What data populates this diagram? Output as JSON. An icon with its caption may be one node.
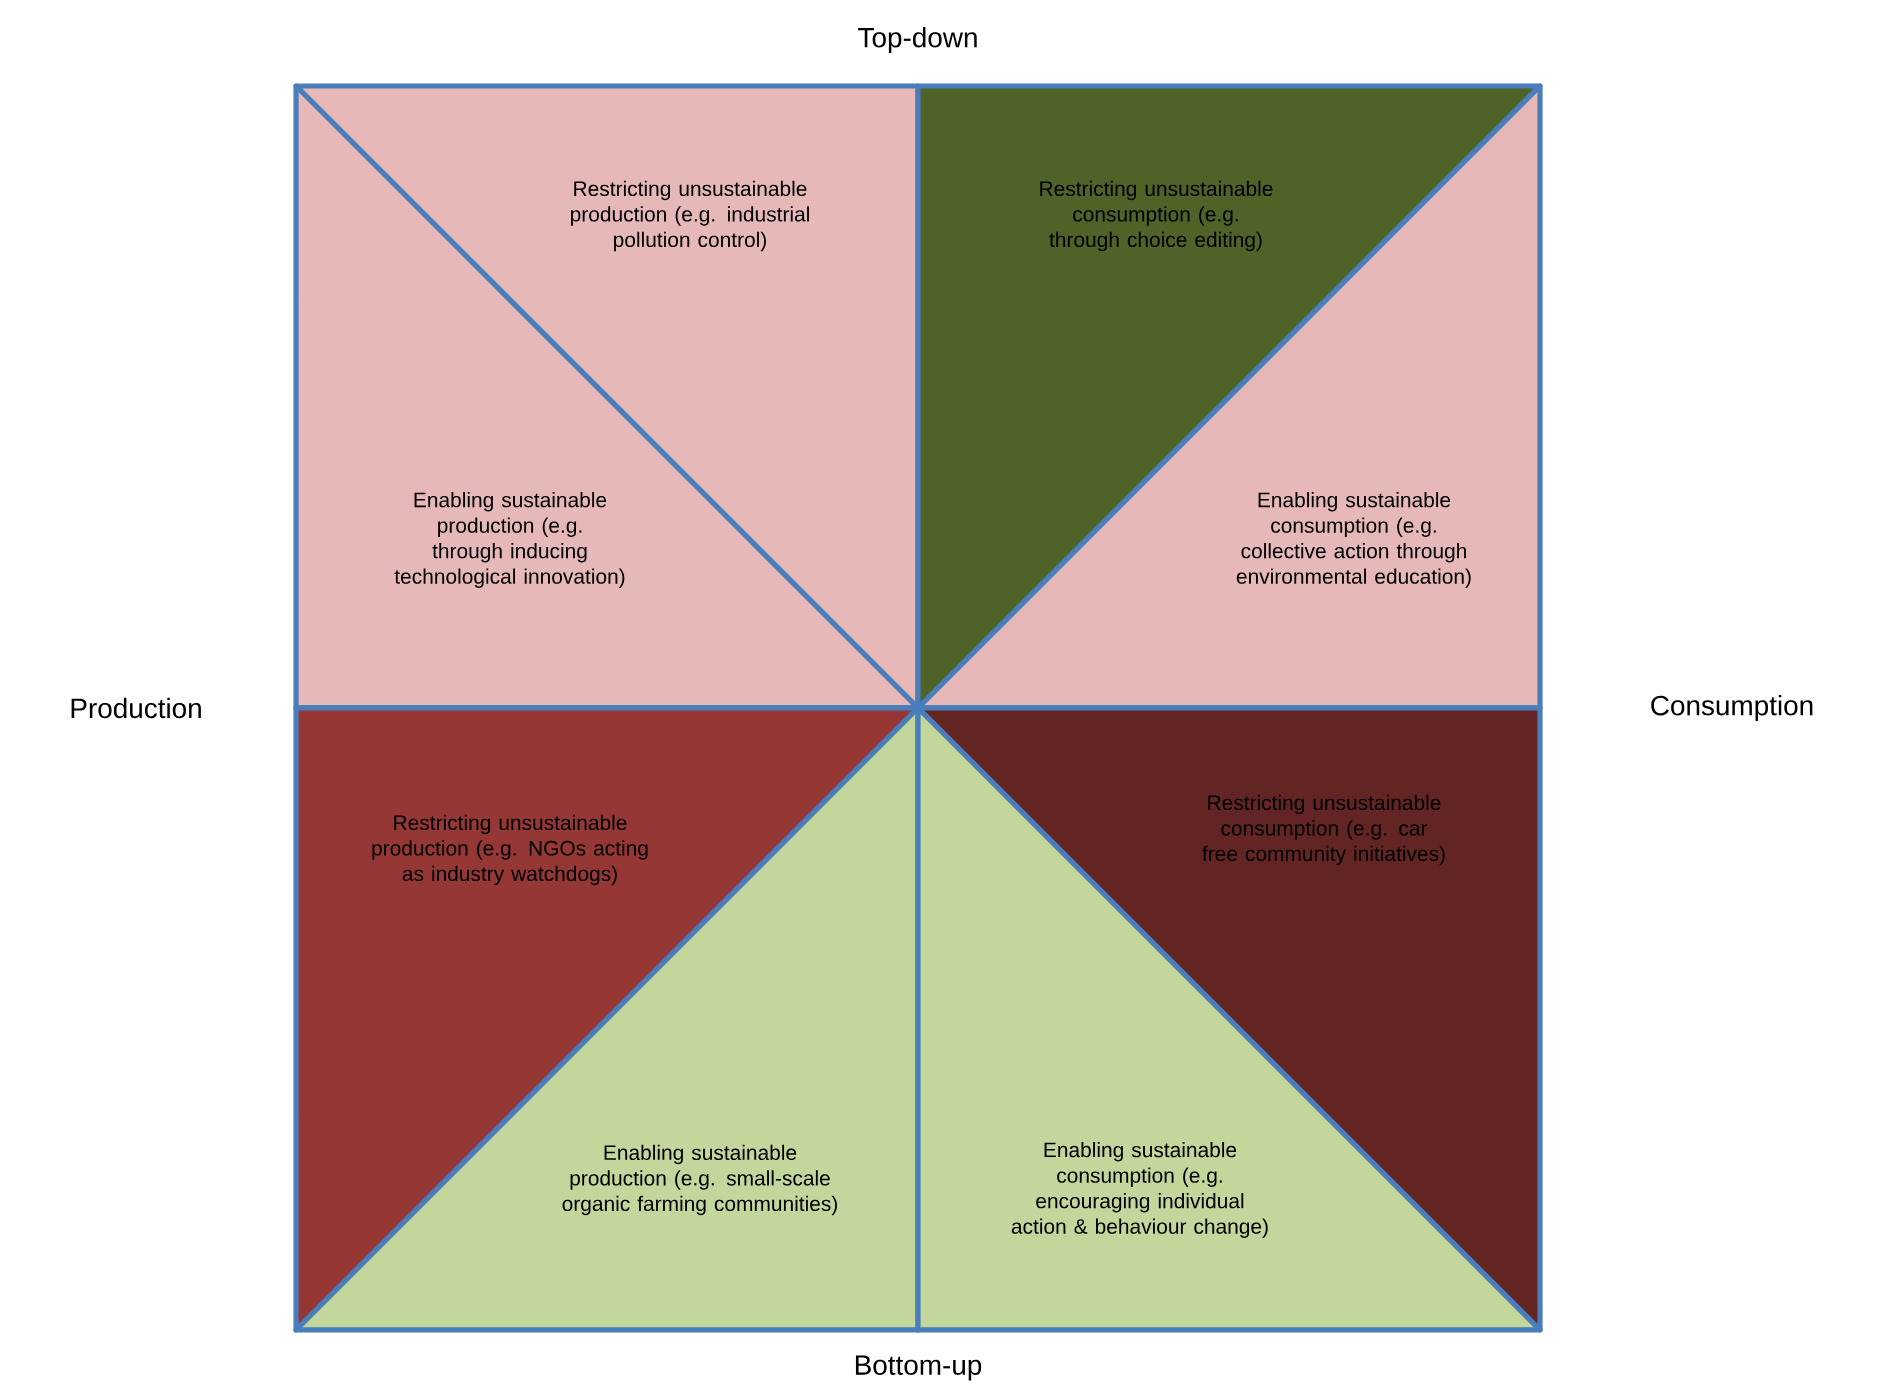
{
  "diagram": {
    "nodes": [
      {
        "text": [
          "Restricting unsustainable production (e.g. industrial pollution control)"
        ]
      },
      {
        "text": [
          "Restricting unsustainable consumption  (e.g. through choice editing)"
        ]
      },
      {
        "text": [
          "Enabling sustainable production (e.g. through inducing technological innovation)"
        ]
      },
      {
        "text": [
          "Enabling sustainable consumption (e.g. collective action through environmental education)"
        ]
      },
      {
        "text": [
          "Restricting unsustainable production  (e.g. NGOs acting as industry watchdogs)"
        ]
      },
      {
        "text": [
          "Restricting unsustainable consumption  (e.g. car free community initiatives)"
        ]
      },
      {
        "text": [
          "Enabling sustainable production (e.g. small-scale organic farming communities)"
        ]
      },
      {
        "text": [
          "Enabling sustainable consumption (e.g. encouraging individual action & behaviour change)"
        ]
      }
    ],
    "labels": [
      "Top-down",
      "Production",
      "Consumption",
      "Bottom-up"
    ]
  }
}
